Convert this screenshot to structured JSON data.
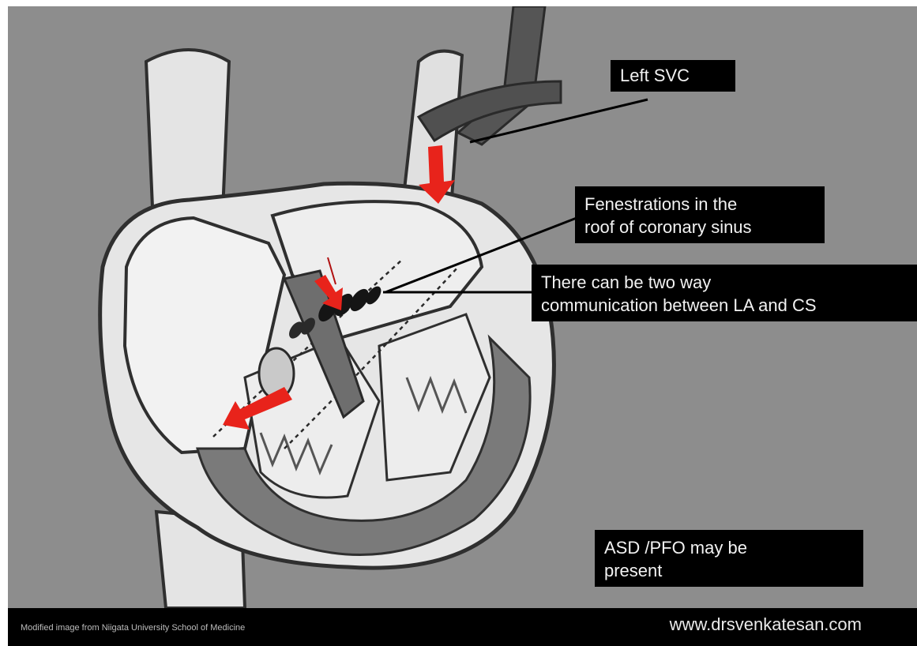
{
  "labels": {
    "left_svc": "Left SVC",
    "fenestrations": [
      "Fenestrations in the",
      "roof of coronary sinus"
    ],
    "two_way": [
      "There can be  two way",
      "communication between  LA and CS"
    ],
    "asd_pfo": [
      "ASD /PFO may be",
      "present"
    ]
  },
  "footer": {
    "credit": "Modified image from Niigata University School of Medicine",
    "website": "www.drsvenkatesan.com"
  },
  "colors": {
    "background": "#8d8d8d",
    "heart_fill": "#e6e6e6",
    "outline": "#3a3a3a",
    "flow_arrow": "#e8231b",
    "label_bg": "#000000"
  }
}
